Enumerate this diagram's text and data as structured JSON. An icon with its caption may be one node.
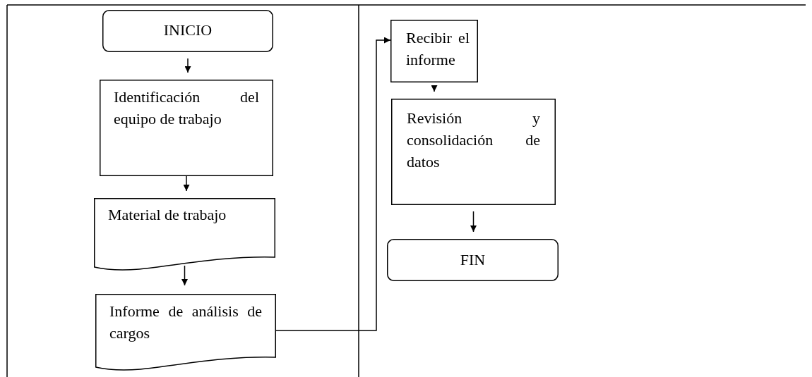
{
  "diagram": {
    "nodes": [
      {
        "text": [
          "INICIO"
        ]
      },
      {
        "text": [
          "Identificación del equipo de trabajo"
        ]
      },
      {
        "text": [
          "Material de trabajo"
        ]
      },
      {
        "text": [
          "Informe de análisis de cargos"
        ]
      },
      {
        "text": [
          "Recibir el informe"
        ]
      },
      {
        "text": [
          "Revisión y consolidación de datos"
        ]
      },
      {
        "text": [
          "FIN"
        ]
      }
    ],
    "edges": [
      {
        "from": 0,
        "to": 1,
        "arrow": "to"
      },
      {
        "from": 1,
        "to": 2,
        "arrow": "to"
      },
      {
        "from": 2,
        "to": 3,
        "arrow": "to"
      },
      {
        "from": 3,
        "to": 4,
        "arrow": "to"
      },
      {
        "from": 4,
        "to": 5,
        "arrow": "to"
      },
      {
        "from": 5,
        "to": 6,
        "arrow": "to"
      }
    ]
  }
}
